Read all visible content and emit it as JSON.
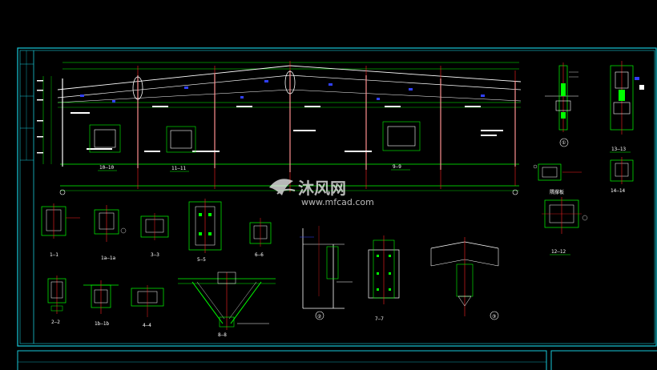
{
  "watermark": {
    "brand": "沐风网",
    "url": "www.mfcad.com"
  },
  "captions": {
    "sec_10": "10—10",
    "sec_11": "11—11",
    "sec_9": "9—9",
    "detail_1_top": "①",
    "gusset_plate": "隅撑板",
    "sec_13": "13—13",
    "sec_14": "14—14",
    "sec_12": "12—12",
    "sec_1": "1—1",
    "sec_1a": "1a—1a",
    "sec_3": "3—3",
    "sec_5": "5—5",
    "sec_6": "6—6",
    "sec_2": "2—2",
    "sec_1b": "1b—1b",
    "sec_4": "4—4",
    "sec_8": "8—8",
    "detail_2": "②",
    "sec_7": "7—7",
    "detail_3": "③"
  },
  "colors": {
    "frame": "#18c8d8",
    "steel": "#00ff00",
    "dim": "#ffffff",
    "axis": "#ff2020",
    "blue": "#3040ff",
    "purple": "#c060ff"
  }
}
